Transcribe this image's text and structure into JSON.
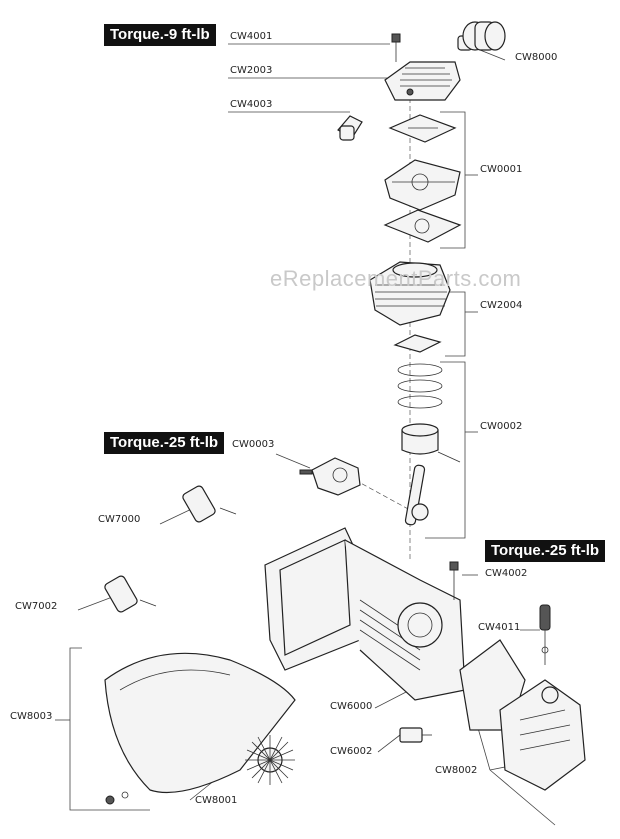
{
  "torque_labels": [
    "Torque.-9 ft-lb",
    "Torque.-25 ft-lb",
    "Torque.-25 ft-lb"
  ],
  "watermark": "eReplacementParts.com",
  "parts": {
    "cw4001": "CW4001",
    "cw2003": "CW2003",
    "cw4003": "CW4003",
    "cw8000": "CW8000",
    "cw0001": "CW0001",
    "cw2004": "CW2004",
    "cw0002": "CW0002",
    "cw0003": "CW0003",
    "cw7000": "CW7000",
    "cw7002": "CW7002",
    "cw4002": "CW4002",
    "cw4011": "CW4011",
    "cw6000": "CW6000",
    "cw8003": "CW8003",
    "cw6002": "CW6002",
    "cw8002": "CW8002",
    "cw8001": "CW8001"
  }
}
